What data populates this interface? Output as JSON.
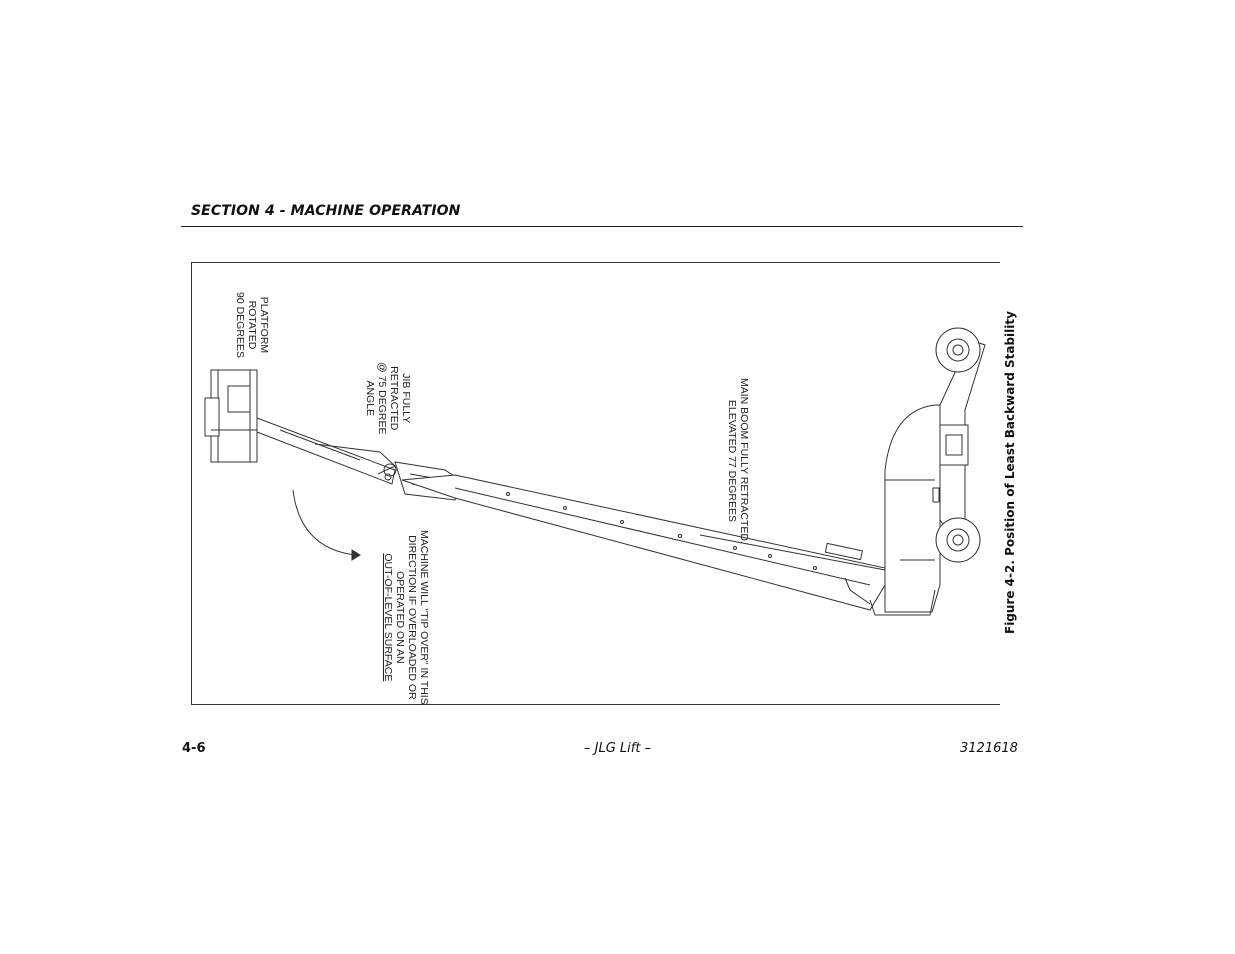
{
  "header": {
    "section_title": "SECTION 4 - MACHINE OPERATION"
  },
  "figure": {
    "caption": "Figure 4-2. Position of Least Backward Stability",
    "labels": {
      "platform": [
        "PLATFORM",
        "ROTATED",
        "90 DEGREES"
      ],
      "jib": [
        "JIB FULLY",
        "RETRACTED",
        "@ 75 DEGREE",
        "ANGLE"
      ],
      "main_boom": [
        "MAIN BOOM FULLY RETRACTED,",
        "ELEVATED 77 DEGREES"
      ],
      "tip_over": [
        "MACHINE WILL \"TIP OVER\" IN THIS",
        "DIRECTION IF OVERLOADED OR",
        "OPERATED ON AN",
        "OUT-OF-LEVEL SURFACE"
      ]
    }
  },
  "footer": {
    "page_number": "4-6",
    "center": "– JLG Lift –",
    "doc_number": "3121618"
  }
}
